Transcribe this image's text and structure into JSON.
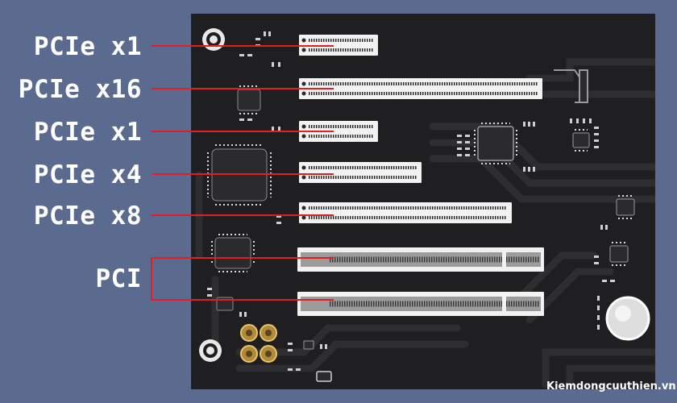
{
  "slots": [
    {
      "label": "PCIe x1"
    },
    {
      "label": "PCIe x16"
    },
    {
      "label": "PCIe x1"
    },
    {
      "label": "PCIe x4"
    },
    {
      "label": "PCIe x8"
    },
    {
      "label": "PCI"
    }
  ],
  "watermark": "Kiemdongcuuthien.vn",
  "colors": {
    "background": "#5b6b8f",
    "board": "#1f1f21",
    "slot": "#f2f2f2",
    "leader": "#e02020",
    "label": "#ffffff"
  }
}
